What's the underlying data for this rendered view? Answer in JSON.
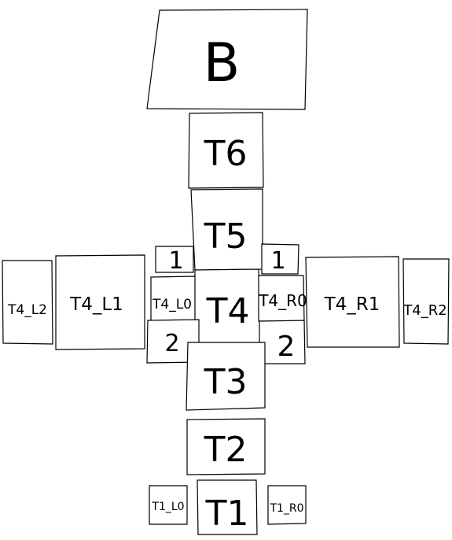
{
  "diagram": {
    "boxes": {
      "b": "B",
      "t6": "T6",
      "t5": "T5",
      "l1_top": "1",
      "r1_top": "1",
      "t4_l2": "T4_L2",
      "t4_l1": "T4_L1",
      "t4_l0": "T4_L0",
      "t4": "T4",
      "t4_r0": "T4_R0",
      "t4_r1": "T4_R1",
      "t4_r2": "T4_R2",
      "l2_bottom": "2",
      "r2_bottom": "2",
      "t3": "T3",
      "t2": "T2",
      "t1_l0": "T1_L0",
      "t1": "T1",
      "t1_r0": "T1_R0"
    }
  }
}
